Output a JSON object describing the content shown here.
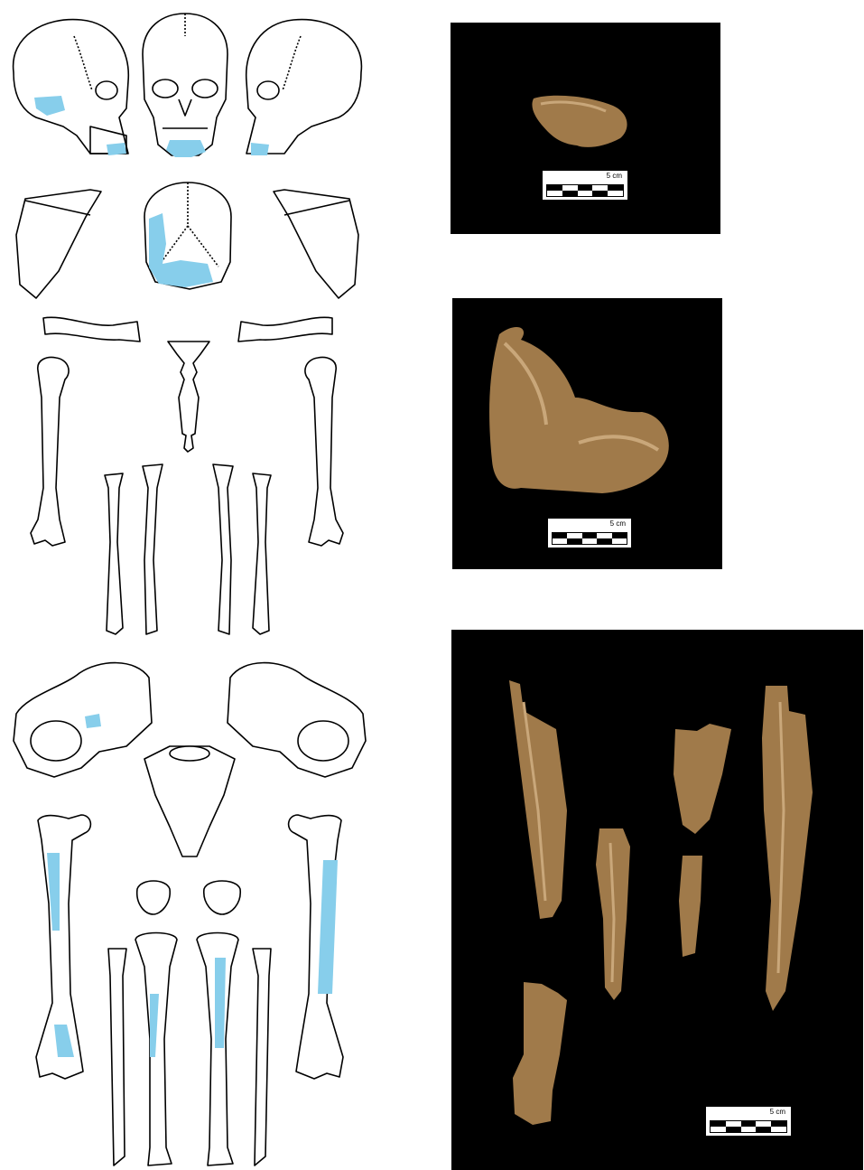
{
  "colors": {
    "preserved_highlight": "#87CEEB",
    "outline": "#000000",
    "bone_fill": "#ffffff",
    "photo_background": "#000000",
    "bone_tone": "#a07a4a"
  },
  "photos": [
    {
      "name": "photo-mandible-fragment",
      "scale_label": "5 cm"
    },
    {
      "name": "photo-occipital-fragment",
      "scale_label": "5 cm"
    },
    {
      "name": "photo-long-bone-fragments",
      "scale_label": "5 cm"
    }
  ]
}
